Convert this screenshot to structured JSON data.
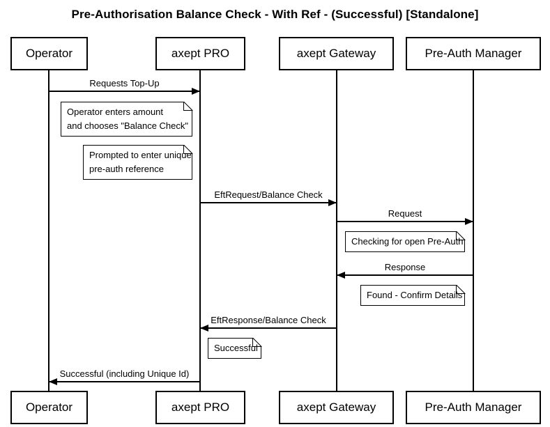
{
  "title": "Pre-Authorisation Balance Check - With Ref - (Successful) [Standalone]",
  "participants": [
    {
      "name": "Operator"
    },
    {
      "name": "axept PRO"
    },
    {
      "name": "axept Gateway"
    },
    {
      "name": "Pre-Auth Manager"
    }
  ],
  "messages": [
    {
      "label": "Requests Top-Up",
      "from": "Operator",
      "to": "axept PRO",
      "direction": "right"
    },
    {
      "label": "EftRequest/Balance Check",
      "from": "axept PRO",
      "to": "axept Gateway",
      "direction": "right"
    },
    {
      "label": "Request",
      "from": "axept Gateway",
      "to": "Pre-Auth Manager",
      "direction": "right"
    },
    {
      "label": "Response",
      "from": "Pre-Auth Manager",
      "to": "axept Gateway",
      "direction": "left"
    },
    {
      "label": "EftResponse/Balance Check",
      "from": "axept Gateway",
      "to": "axept PRO",
      "direction": "left"
    },
    {
      "label": "Successful (including Unique Id)",
      "from": "axept PRO",
      "to": "Operator",
      "direction": "left"
    }
  ],
  "notes": [
    {
      "lines": [
        "Operator enters amount",
        "and chooses \"Balance Check\""
      ]
    },
    {
      "lines": [
        "Prompted to enter unique",
        "pre-auth reference"
      ]
    },
    {
      "lines": [
        "Checking for open Pre-Auth"
      ]
    },
    {
      "lines": [
        "Found - Confirm Details"
      ]
    },
    {
      "lines": [
        "Successful"
      ]
    }
  ],
  "colors": {
    "line": "#000000",
    "text": "#000000",
    "background": "#ffffff",
    "note_background": "#ffffff"
  }
}
